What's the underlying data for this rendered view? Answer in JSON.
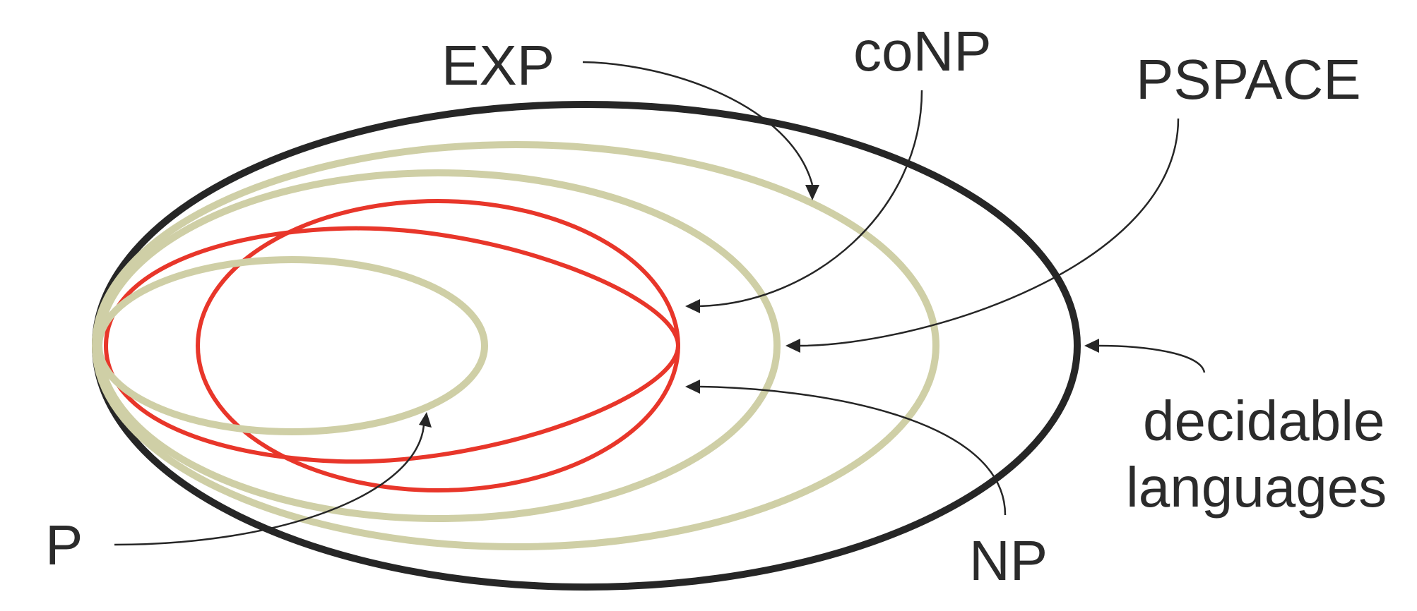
{
  "labels": {
    "exp": "EXP",
    "conp": "coNP",
    "pspace": "PSPACE",
    "decidable_line1": "decidable",
    "decidable_line2": "languages",
    "np": "NP",
    "p": "P"
  },
  "colors": {
    "decidable_outline": "#262626",
    "exp_pspace_p_outline": "#cfcfa6",
    "np_conp_outline": "#e8362a",
    "text": "#2b2b2b"
  }
}
